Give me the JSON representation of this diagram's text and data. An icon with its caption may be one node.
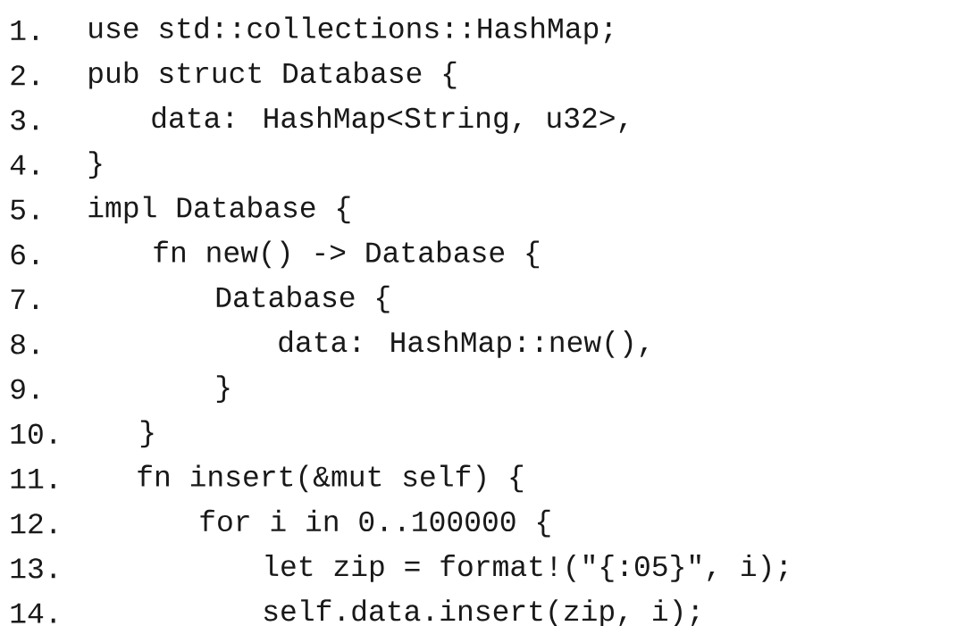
{
  "diagram": {
    "labels": [
      "1.",
      "use std::collections::HashMap;",
      "2.",
      "pub struct Database {",
      "3.",
      "data: HashMap<String, u32>,",
      "4.",
      "}",
      "5.",
      "impl Database {",
      "6.",
      "fn new() -> Database {",
      "7.",
      "Database {",
      "8.",
      "data: HashMap::new(),",
      "9.",
      "}",
      "10.",
      "}",
      "11.",
      "fn insert(&mut self) {",
      "12.",
      "for i in 0..100000 {",
      "13.",
      "let zip = format!(\"{:05}\", i);",
      "14.",
      "self.data.insert(zip, i);"
    ]
  }
}
